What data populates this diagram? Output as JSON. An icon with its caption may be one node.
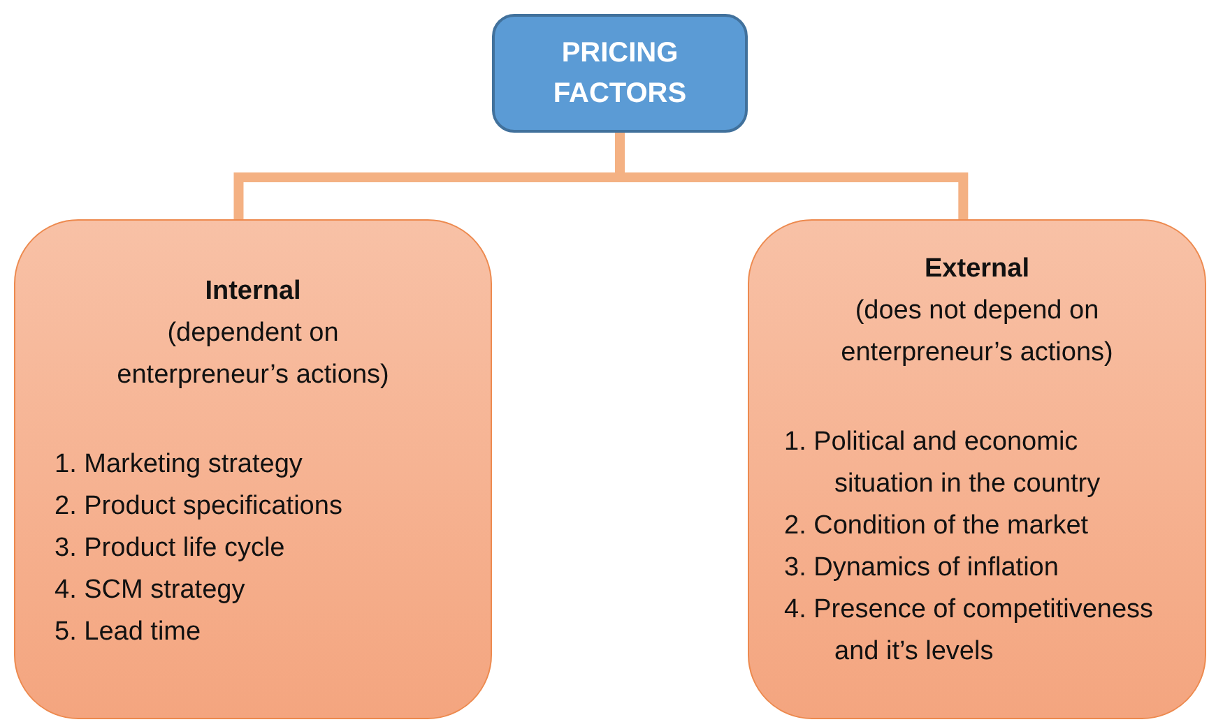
{
  "diagram": {
    "nodes": [
      {
        "text": [
          "PRICING FACTORS"
        ]
      },
      {
        "text": [
          "Internal",
          "(dependent on enterpreneur’s actions)",
          "1. Marketing strategy",
          "2. Product specifications",
          "3. Product life cycle",
          "4. SCM strategy",
          "5. Lead time"
        ]
      },
      {
        "text": [
          "External",
          "(does not depend on enterpreneur’s actions)",
          "1. Political and economic situation in the country",
          "2. Condition of the market",
          "3. Dynamics of inflation",
          "4. Presence of competitiveness and it’s levels"
        ]
      }
    ],
    "edges": [
      {
        "from": 0,
        "to": 1,
        "arrow": "none"
      },
      {
        "from": 0,
        "to": 2,
        "arrow": "none"
      }
    ]
  }
}
